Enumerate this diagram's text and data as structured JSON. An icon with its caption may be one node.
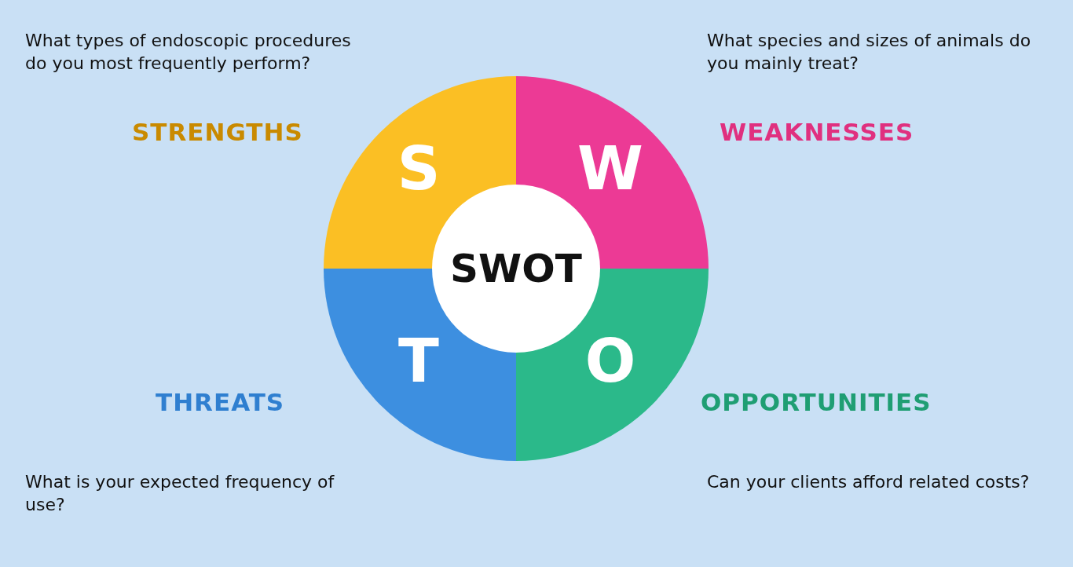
{
  "diagram": {
    "nodes": [
      {
        "text": [
          "S"
        ],
        "beside": [
          "STRENGTHS"
        ]
      },
      {
        "text": [
          "W"
        ],
        "beside": [
          "WEAKNESSES"
        ]
      },
      {
        "text": [
          "T"
        ],
        "beside": [
          "THREATS"
        ]
      },
      {
        "text": [
          "O"
        ],
        "beside": [
          "OPPORTUNITIES"
        ]
      },
      {
        "text": [
          "SWOT"
        ]
      }
    ],
    "labels": [
      "What types of endoscopic procedures do you most frequently perform?",
      "What species and sizes of animals do you mainly treat?",
      "What is your expected frequency of use?",
      "Can your clients afford related costs?"
    ]
  }
}
